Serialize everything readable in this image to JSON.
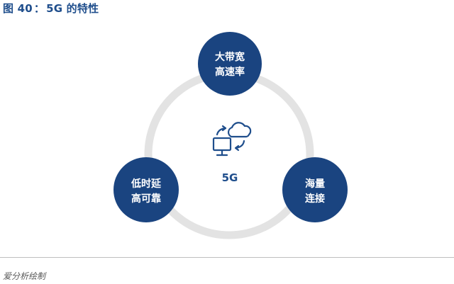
{
  "title": {
    "figure_no": "图 40",
    "separator": "：",
    "text": "5G 的特性"
  },
  "diagram": {
    "center_label": "5G",
    "center_icon": "monitor-cloud-sync-icon",
    "nodes": [
      {
        "id": "top",
        "lines": [
          "大带宽",
          "高速率"
        ]
      },
      {
        "id": "left",
        "lines": [
          "低时延",
          "高可靠"
        ]
      },
      {
        "id": "right",
        "lines": [
          "海量",
          "连接"
        ]
      }
    ],
    "colors": {
      "node_fill": "#1a4480",
      "ring": "#e3e3e3",
      "accent": "#1f4e8c"
    }
  },
  "source": "爱分析绘制"
}
